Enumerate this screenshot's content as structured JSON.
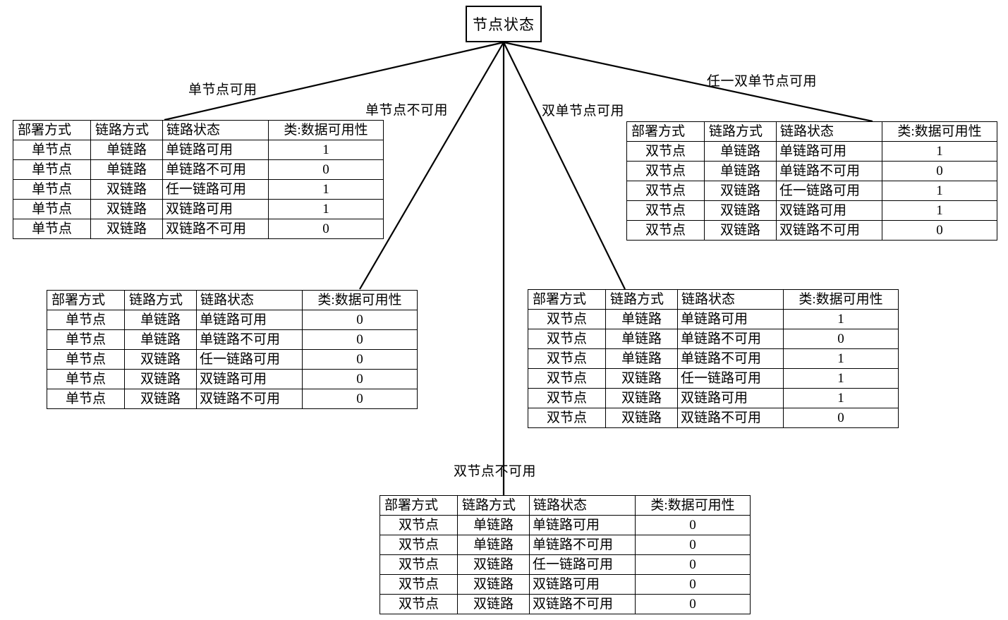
{
  "diagram": {
    "root": {
      "label": "节点状态"
    },
    "columns": [
      "部署方式",
      "链路方式",
      "链路状态",
      "类:数据可用性"
    ],
    "branches": [
      {
        "id": "single-node-available",
        "edge_label": "单节点可用",
        "rows": [
          [
            "单节点",
            "单链路",
            "单链路可用",
            "1"
          ],
          [
            "单节点",
            "单链路",
            "单链路不可用",
            "0"
          ],
          [
            "单节点",
            "双链路",
            "任一链路可用",
            "1"
          ],
          [
            "单节点",
            "双链路",
            "双链路可用",
            "1"
          ],
          [
            "单节点",
            "双链路",
            "双链路不可用",
            "0"
          ]
        ]
      },
      {
        "id": "single-node-unavailable",
        "edge_label": "单节点不可用",
        "rows": [
          [
            "单节点",
            "单链路",
            "单链路可用",
            "0"
          ],
          [
            "单节点",
            "单链路",
            "单链路不可用",
            "0"
          ],
          [
            "单节点",
            "双链路",
            "任一链路可用",
            "0"
          ],
          [
            "单节点",
            "双链路",
            "双链路可用",
            "0"
          ],
          [
            "单节点",
            "双链路",
            "双链路不可用",
            "0"
          ]
        ]
      },
      {
        "id": "dual-single-node-available",
        "edge_label": "双单节点可用",
        "rows": [
          [
            "双节点",
            "单链路",
            "单链路可用",
            "1"
          ],
          [
            "双节点",
            "单链路",
            "单链路不可用",
            "0"
          ],
          [
            "双节点",
            "单链路",
            "单链路不可用",
            "1"
          ],
          [
            "双节点",
            "双链路",
            "任一链路可用",
            "1"
          ],
          [
            "双节点",
            "双链路",
            "双链路可用",
            "1"
          ],
          [
            "双节点",
            "双链路",
            "双链路不可用",
            "0"
          ]
        ]
      },
      {
        "id": "any-dual-single-node-available",
        "edge_label": "任一双单节点可用",
        "rows": [
          [
            "双节点",
            "单链路",
            "单链路可用",
            "1"
          ],
          [
            "双节点",
            "单链路",
            "单链路不可用",
            "0"
          ],
          [
            "双节点",
            "双链路",
            "任一链路可用",
            "1"
          ],
          [
            "双节点",
            "双链路",
            "双链路可用",
            "1"
          ],
          [
            "双节点",
            "双链路",
            "双链路不可用",
            "0"
          ]
        ]
      },
      {
        "id": "dual-node-unavailable",
        "edge_label": "双节点不可用",
        "rows": [
          [
            "双节点",
            "单链路",
            "单链路可用",
            "0"
          ],
          [
            "双节点",
            "单链路",
            "单链路不可用",
            "0"
          ],
          [
            "双节点",
            "双链路",
            "任一链路可用",
            "0"
          ],
          [
            "双节点",
            "双链路",
            "双链路可用",
            "0"
          ],
          [
            "双节点",
            "双链路",
            "双链路不可用",
            "0"
          ]
        ]
      }
    ],
    "colors": {
      "line": "#000000",
      "text": "#000000",
      "background": "#ffffff"
    }
  }
}
